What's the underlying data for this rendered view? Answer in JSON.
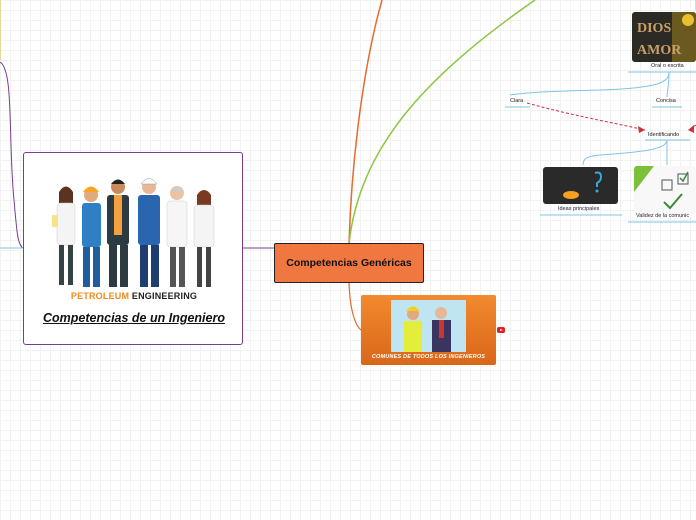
{
  "main_node": {
    "logo_word1": "PETROLEUM",
    "logo_word2": "ENGINEERING",
    "title": "Competencias de un Ingeniero"
  },
  "competencias_node": {
    "label": "Competencias Genéricas"
  },
  "comunes_node": {
    "label": "COMUNES DE TODOS LOS INGENIEROS"
  },
  "dios_image": {
    "line1": "DIOS",
    "line2": "AMOR"
  },
  "subtopics": {
    "oral": "Oral o escrita",
    "clara": "Clara",
    "concisa": "Concisa",
    "identificando": "Identificando",
    "ideas": "Ideas principales",
    "validez": "Validez de la comunic"
  },
  "colors": {
    "main_border": "#7a3c8c",
    "competencias_fill": "#f07840",
    "comunes_fill": "#e8761f",
    "branch_blue": "#7fc4e6",
    "branch_green": "#8cc63f",
    "branch_orange": "#e86a2c",
    "arrow_red": "#d0303c"
  }
}
